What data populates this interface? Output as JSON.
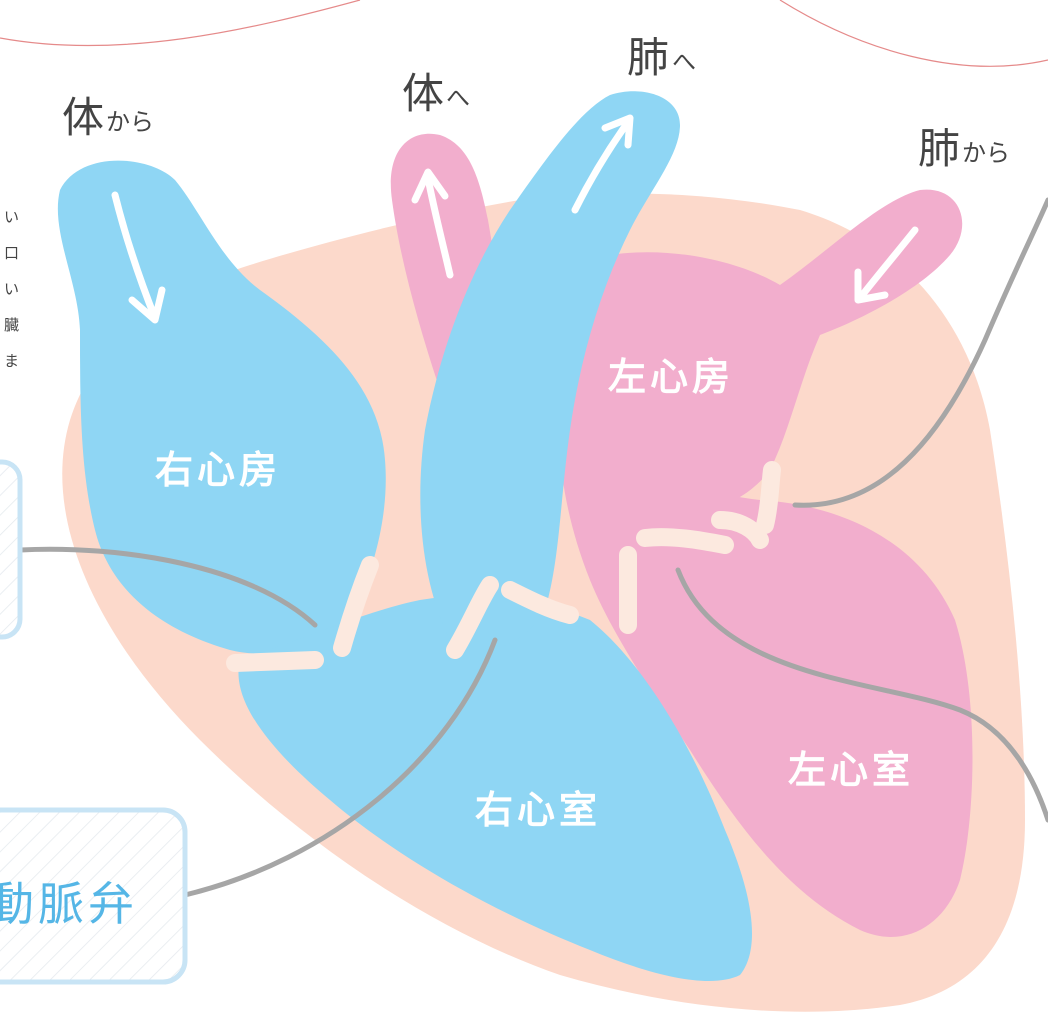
{
  "chambers": {
    "right_atrium": "右心房",
    "left_atrium": "左心房",
    "right_ventricle": "右心室",
    "left_ventricle": "左心室"
  },
  "flows": {
    "from_body": {
      "main": "体",
      "suffix": "から"
    },
    "to_body": {
      "main": "体",
      "suffix": "へ"
    },
    "to_lungs": {
      "main": "肺",
      "suffix": "へ"
    },
    "from_lungs": {
      "main": "肺",
      "suffix": "から"
    }
  },
  "callouts": {
    "pulmonary_valve_fragment": "動脈弁"
  },
  "side_text_fragments": [
    "い",
    "口",
    "い",
    "臓",
    "ま"
  ],
  "colors": {
    "deoxygenated_blue": "#8fd6f4",
    "oxygenated_pink": "#f2aecd",
    "heart_wall": "#fcd9cb",
    "valve": "#fce9df",
    "leader_line": "#a6a6a6",
    "callout_border": "#c8e4f5",
    "callout_text": "#55b6e6",
    "top_curve": "#e58a8a"
  }
}
